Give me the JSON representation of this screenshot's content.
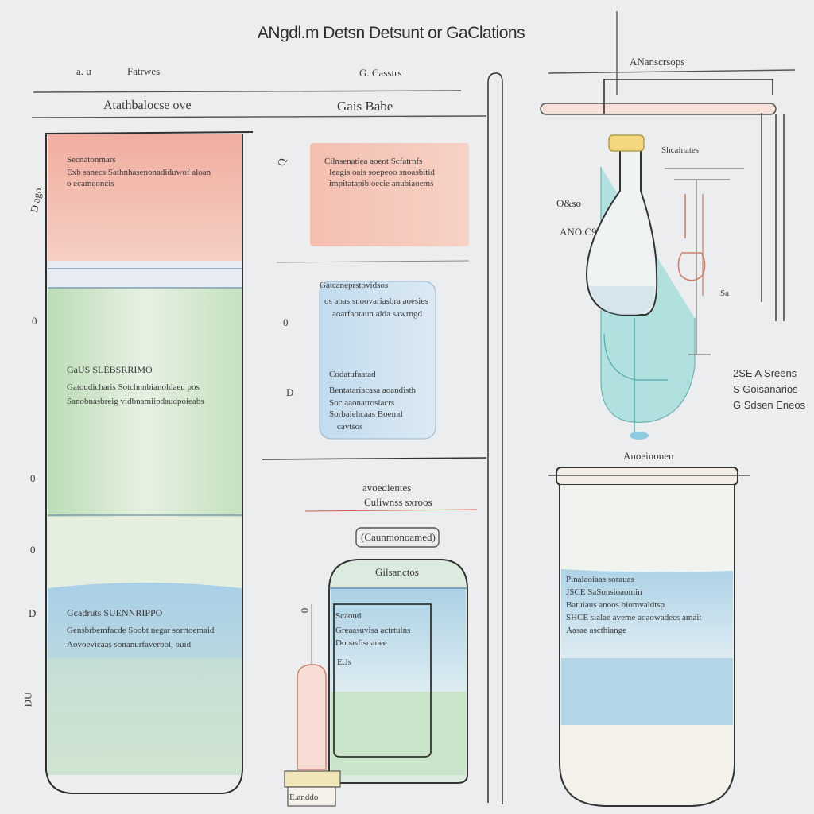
{
  "title": "ANgdl.m Detsn Detsunt or GaClations",
  "header": {
    "left_small": "a. u",
    "left_label": "Fatrwes",
    "center_small": "G. Casstrs",
    "sub_left": "Atathbalocse ove",
    "sub_center": "Gais  Babe",
    "right_label": "ANanscrsops"
  },
  "left_column": {
    "side_labels": [
      "D ago",
      "0",
      "0",
      "0",
      "D",
      "DU"
    ],
    "pink_block": {
      "heading": "Secnatonmars",
      "lines": [
        "Exb sanecs Sathnhasenonadiduwof aloan",
        "o ecameoncis"
      ]
    },
    "green_block": {
      "heading": "GaUS  SLEBSRRIMO",
      "lines": [
        "Gatoudicharis  Sotchnnbianoldaeu pos",
        "Sanobnasbreig vidbnamiipdaudpoieabs"
      ]
    },
    "blue_block": {
      "heading": "Gcadruts  SUENNRIPPO",
      "lines": [
        "Gensbrbemfacde  Soobt negar sorrtoemaid",
        "Aovoevicaas sonanurfaverbol, ouid"
      ]
    }
  },
  "middle_column": {
    "side_labels": [
      "Q",
      "0",
      "D",
      "0"
    ],
    "pink_box": {
      "heading": "Cilnsenatiea aoeot Scfatrnfs",
      "lines": [
        "Ieagis oais soepeoo snoasbitid",
        "impitatapib oecie anubiaoems"
      ]
    },
    "blue_box": {
      "heading": "Gatcaneprstovidsos",
      "lines": [
        "os aoas snoovariasbra aoesies",
        "aoarfaotaun aida sawrngd",
        "Codatufaatad",
        "Bentatariacasa aoandisth",
        "Soc aaonatrosiacrs",
        "Sorbaiehcaas Boemd",
        "cavtsos"
      ]
    },
    "mid_labels": [
      "avoedientes",
      "Culiwnss sxroos"
    ],
    "pill_label": "(Caunmonoamed)",
    "jar": {
      "label": "Gilsanctos",
      "lines": [
        "Scaoud",
        "Greaasuvisa actrtulns",
        "Dooasfisoanee",
        "E.Js"
      ]
    },
    "bottle_label": "E.anddo"
  },
  "right_column": {
    "flask_labels": [
      "Shcainates",
      "O&so",
      "ANO.C9",
      "Sa"
    ],
    "stats": [
      "2SE  A  Sreens",
      "S  Goisanarios",
      "G Sdsen  Eneos"
    ],
    "beaker_label": "Anoeinonen",
    "jar_lines": [
      "Pinalaoiaas  sorauas",
      "JSCE  SaSonsioaomin",
      "Batuiaus anoos biomvaldtsp",
      "SHCE sialae aveme aoaowadecs amait",
      "Aasae ascthiange"
    ]
  },
  "colors": {
    "pink": "#f2b6a8",
    "green": "#c7e2c4",
    "blue": "#b9d6ea",
    "teal": "#a9dfe0",
    "frame": "#2f2f2f"
  }
}
